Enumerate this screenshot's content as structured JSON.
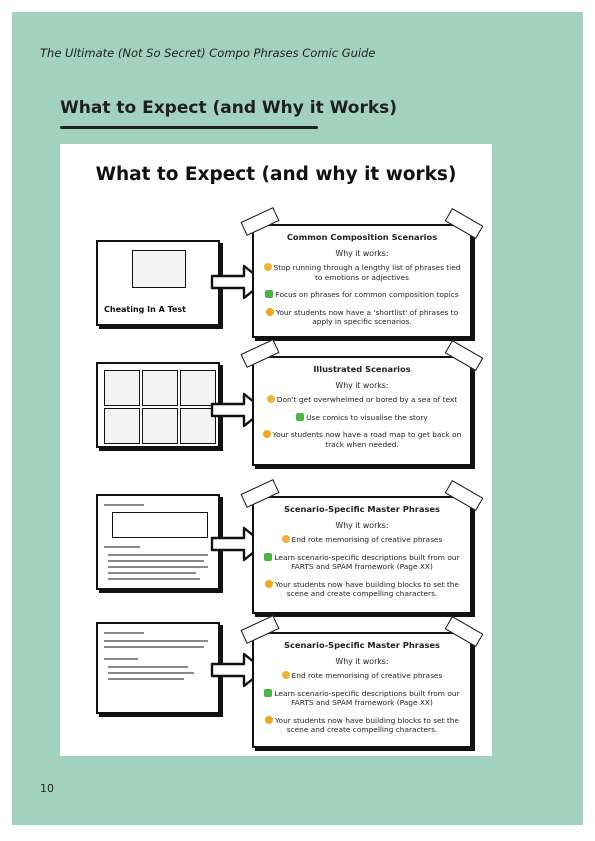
{
  "header": {
    "running_title": "The Ultimate (Not So Secret) Compo Phrases Comic Guide"
  },
  "section": {
    "title": "What to Expect (and Why it Works)"
  },
  "infographic": {
    "title": "What to Expect (and why it works)",
    "rows": [
      {
        "thumb_caption": "Cheating In A Test",
        "card_title": "Common Composition Scenarios",
        "card_sub": "Why it works:",
        "points": [
          {
            "icon": "sad-face-icon",
            "text": "Stop running through a lengthy list of phrases tied to emotions or adjectives"
          },
          {
            "icon": "check-icon",
            "text": "Focus on phrases for common composition topics"
          },
          {
            "icon": "cool-face-icon",
            "text": "Your students now have a 'shortlist' of phrases to apply in specific scenarios."
          }
        ]
      },
      {
        "card_title": "Illustrated Scenarios",
        "card_sub": "Why it works:",
        "points": [
          {
            "icon": "sad-face-icon",
            "text": "Don't get overwhelmed or bored by a sea of text"
          },
          {
            "icon": "check-icon",
            "text": "Use comics to visualise the story"
          },
          {
            "icon": "cool-face-icon",
            "text": "Your students now have a road map to get back on track when needed."
          }
        ]
      },
      {
        "card_title": "Scenario-Specific Master Phrases",
        "card_sub": "Why it works:",
        "points": [
          {
            "icon": "sad-face-icon",
            "text": "End rote memorising of creative phrases"
          },
          {
            "icon": "check-icon",
            "text": "Learn scenario-specific descriptions built from our FARTS and SPAM framework (Page XX)"
          },
          {
            "icon": "cool-face-icon",
            "text": "Your students now have building blocks to set the scene and create compelling characters."
          }
        ]
      },
      {
        "card_title": "Scenario-Specific Master Phrases",
        "card_sub": "Why it works:",
        "points": [
          {
            "icon": "sad-face-icon",
            "text": "End rote memorising of creative phrases"
          },
          {
            "icon": "check-icon",
            "text": "Learn scenario-specific descriptions built from our FARTS and SPAM framework (Page XX)"
          },
          {
            "icon": "cool-face-icon",
            "text": "Your students now have building blocks to set the scene and create compelling characters."
          }
        ]
      }
    ]
  },
  "footer": {
    "page_number": "10"
  },
  "colors": {
    "page_background": "#a3d1bf",
    "text": "#1f1f1f"
  }
}
